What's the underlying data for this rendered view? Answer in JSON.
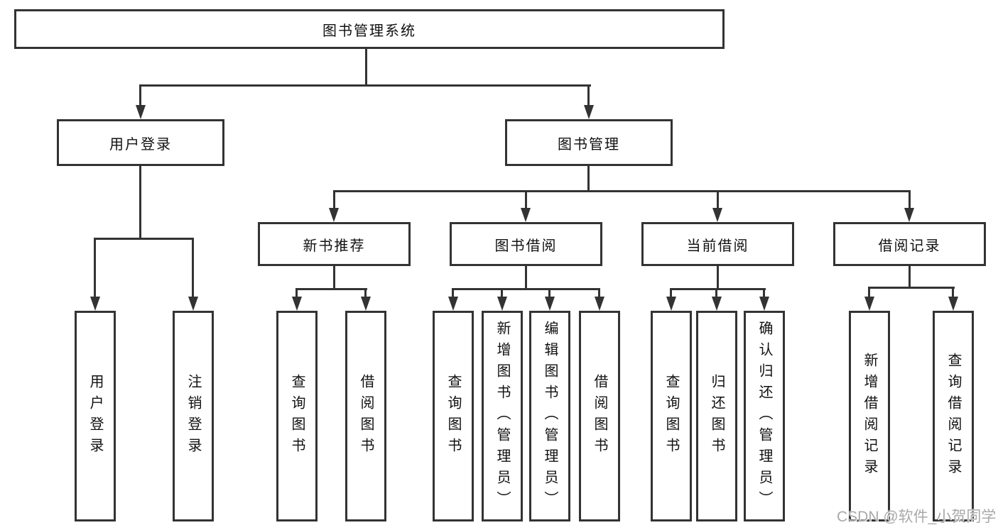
{
  "diagram": {
    "root": {
      "label": "图书管理系统"
    },
    "branches": [
      {
        "label": "用户登录",
        "children": [
          {
            "label": "用户登录"
          },
          {
            "label": "注销登录"
          }
        ]
      },
      {
        "label": "图书管理",
        "children": [
          {
            "label": "新书推荐",
            "children": [
              {
                "label": "查询图书"
              },
              {
                "label": "借阅图书"
              }
            ]
          },
          {
            "label": "图书借阅",
            "children": [
              {
                "label": "查询图书"
              },
              {
                "label": "新增图书（管理员）"
              },
              {
                "label": "编辑图书（管理员）"
              },
              {
                "label": "借阅图书"
              }
            ]
          },
          {
            "label": "当前借阅",
            "children": [
              {
                "label": "查询图书"
              },
              {
                "label": "归还图书"
              },
              {
                "label": "确认归还（管理员）"
              }
            ]
          },
          {
            "label": "借阅记录",
            "children": [
              {
                "label": "新增借阅记录"
              },
              {
                "label": "查询借阅记录"
              }
            ]
          }
        ]
      }
    ]
  },
  "watermark": {
    "text": "CSDN @软件_小贺同学"
  },
  "colors": {
    "line": "#333333",
    "text": "#111111",
    "background": "#ffffff",
    "watermark": "#a9a9a9"
  }
}
